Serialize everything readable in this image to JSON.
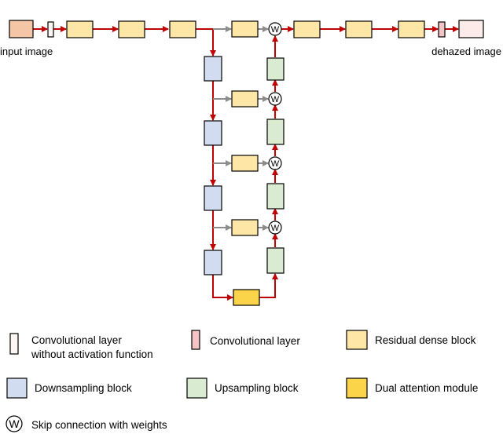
{
  "labels": {
    "input": "input image",
    "output": "dehazed image"
  },
  "skip_symbol": "W",
  "legend": {
    "conv_no_act_line1": "Convolutional layer",
    "conv_no_act_line2": "without activation function",
    "conv": "Convolutional layer",
    "rdb": "Residual dense block",
    "down": "Downsampling block",
    "up": "Upsampling block",
    "attn": "Dual attention module",
    "skip": "Skip connection with weights"
  },
  "colors": {
    "input_image": "#f5c6a5",
    "conv_no_act": "#fdf6f2",
    "conv": "#f4c4c4",
    "rdb": "#fde6a6",
    "down": "#d2dcf0",
    "up": "#d9ecd2",
    "attn": "#fcd44a",
    "output_image": "#fcebe8",
    "main_arrow": "#c00000",
    "skip_arrow": "#8c8c8c"
  }
}
